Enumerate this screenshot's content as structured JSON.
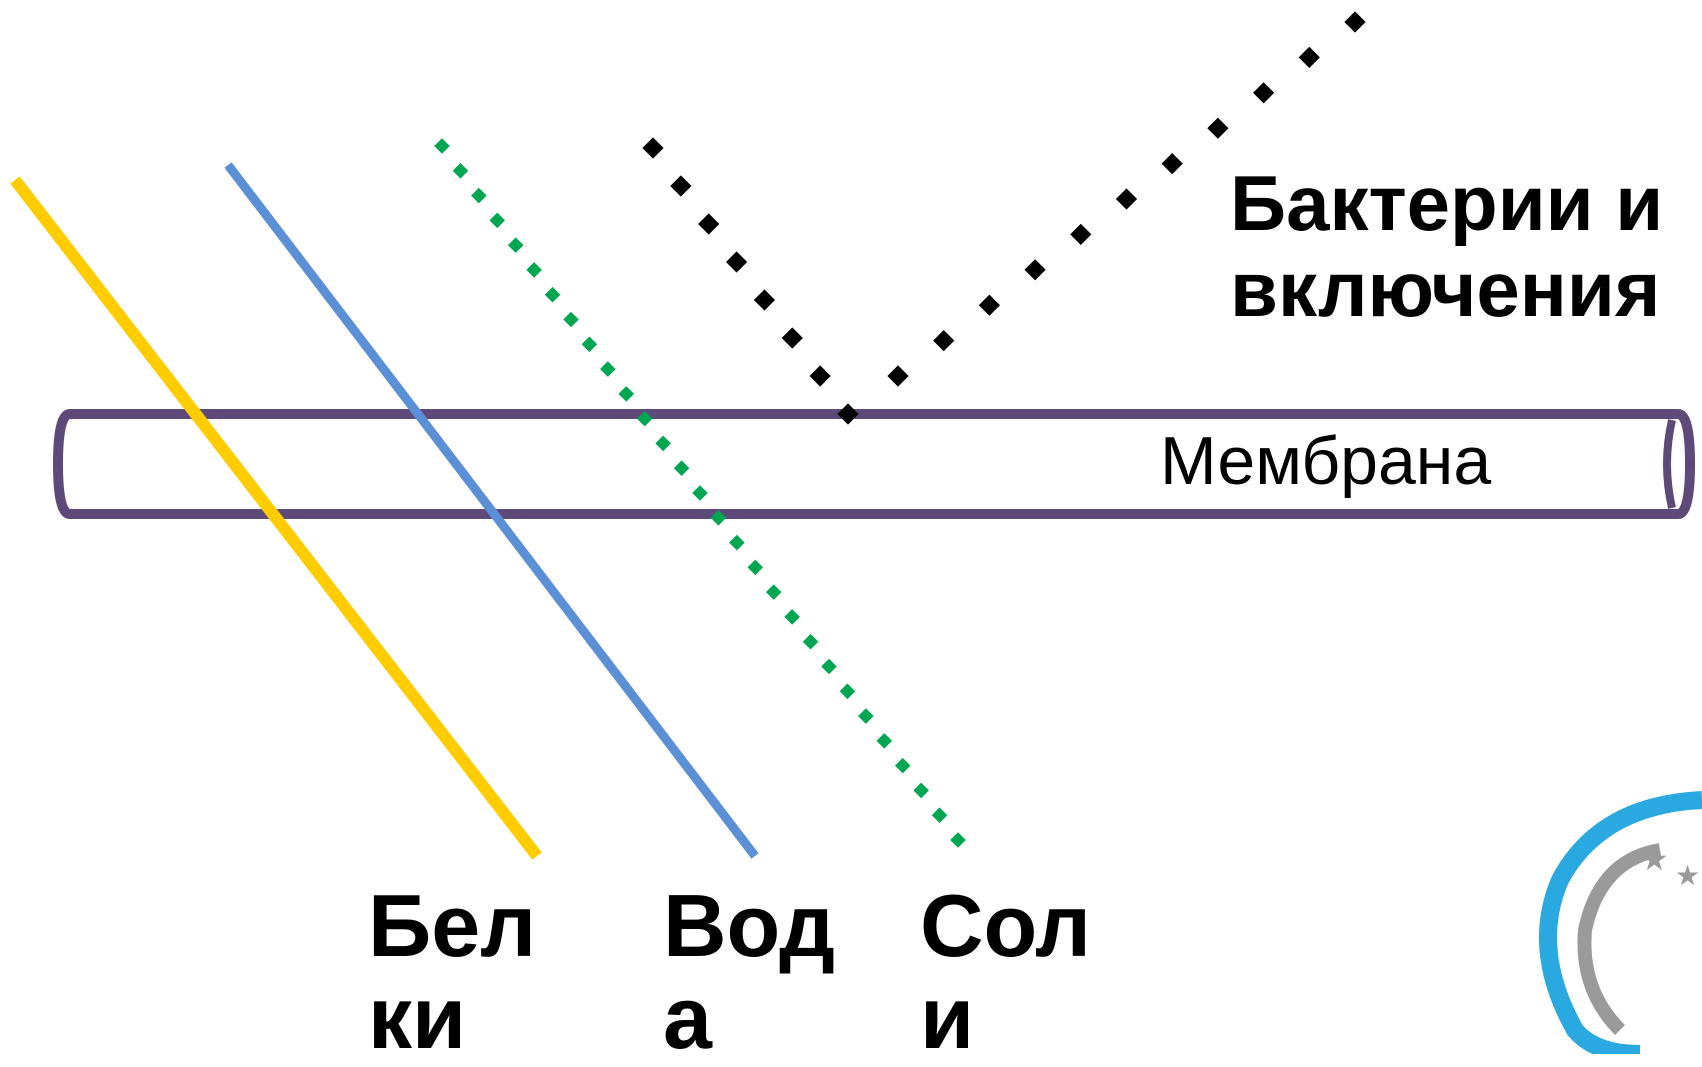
{
  "labels": {
    "bacteria": "Бактерии и включения",
    "membrane": "Мембрана",
    "proteins": "Белки",
    "water": "Вода",
    "salts": "Соли"
  },
  "colors": {
    "proteins_line": "#FFCC00",
    "water_line": "#5B8FD6",
    "salts_dots": "#00A650",
    "bacteria_dots": "#000000",
    "membrane_outline": "#5E4A7A",
    "logo_blue": "#2AA8E0",
    "logo_gray": "#9A9A9A"
  },
  "logo": {
    "icon": "logo-emblem"
  }
}
